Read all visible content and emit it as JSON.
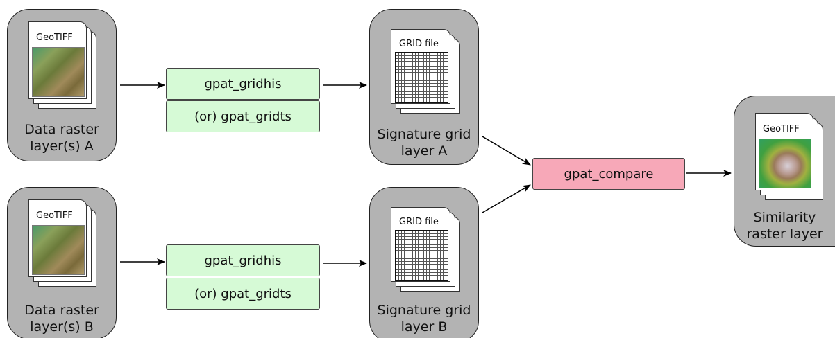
{
  "colors": {
    "node_fill": "#b3b3b3",
    "process_fill": "#d6fad6",
    "compare_fill": "#f7a8b8",
    "edge": "#000000"
  },
  "doc_types": {
    "geotiff": "GeoTIFF",
    "grid": "GRID file"
  },
  "nodes": {
    "input_a": {
      "line1": "Data raster",
      "line2": "layer(s) A"
    },
    "input_b": {
      "line1": "Data raster",
      "line2": "layer(s) B"
    },
    "signature_a": {
      "line1": "Signature grid",
      "line2": "layer A"
    },
    "signature_b": {
      "line1": "Signature grid",
      "line2": "layer B"
    },
    "similarity": {
      "line1": "Similarity",
      "line2": "raster layer"
    }
  },
  "processes": {
    "gridhis": "gpat_gridhis",
    "gridts": "(or) gpat_gridts",
    "compare": "gpat_compare"
  }
}
